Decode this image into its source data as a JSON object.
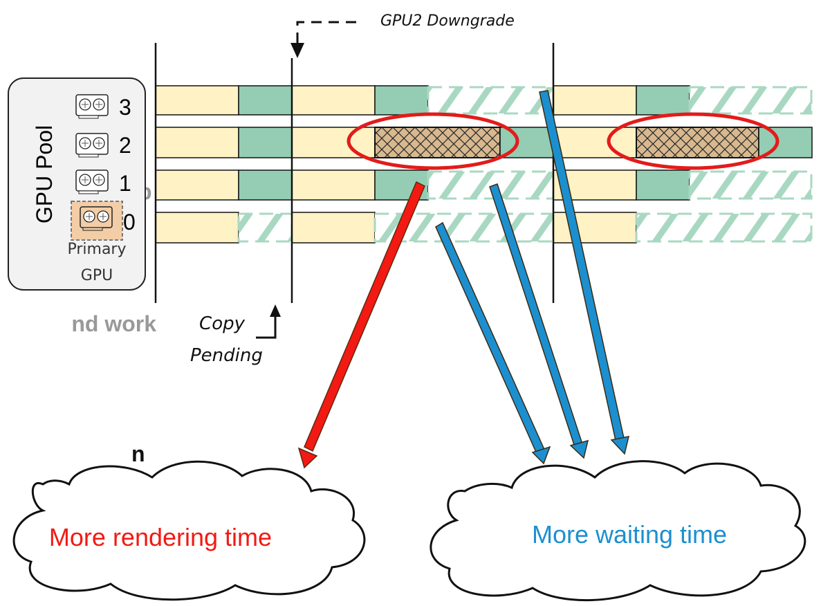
{
  "background_text": {
    "fragment_top": "p",
    "fragment_mid": "nd work",
    "fragment_low": "n"
  },
  "gpu_pool": {
    "title": "GPU Pool",
    "gpu_numbers": [
      "3",
      "2",
      "1",
      "0"
    ],
    "primary_label_line1": "Primary",
    "primary_label_line2": "GPU"
  },
  "annotations": {
    "downgrade": "GPU2 Downgrade",
    "copy_line1": "Copy",
    "copy_line2": "Pending"
  },
  "clouds": {
    "rendering": "More rendering time",
    "waiting": "More waiting time"
  },
  "colors": {
    "render_yellow": "#FFF2C5",
    "copy_green": "#94CDB3",
    "hatch_green": "#A9D8C2",
    "highlight_red": "#E31B1B",
    "arrow_red": "#F21A12",
    "arrow_blue": "#1C8FD0",
    "primary_gpu_fill": "#F3CDA6",
    "text_red": "#F21A12",
    "text_blue": "#1C8FD0",
    "fragment_gray": "#999999"
  }
}
